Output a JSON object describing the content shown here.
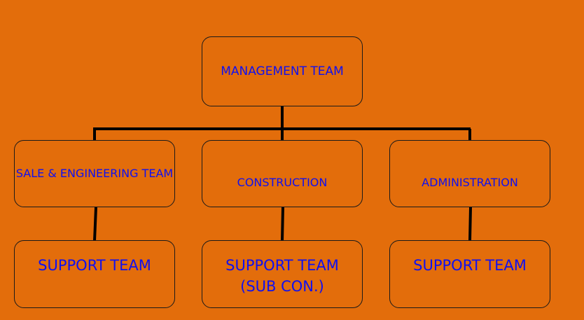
{
  "diagram": {
    "background_color": "#e36d0b",
    "text_color": "#1010f0",
    "line_color": "#000000",
    "root": {
      "label": "MANAGEMENT TEAM"
    },
    "departments": [
      {
        "label": "SALE & ENGINEERING TEAM",
        "support_label": "SUPPORT TEAM"
      },
      {
        "label": "CONSTRUCTION",
        "support_label": "SUPPORT TEAM (SUB CON.)"
      },
      {
        "label": "ADMINISTRATION",
        "support_label": "SUPPORT TEAM"
      }
    ]
  }
}
